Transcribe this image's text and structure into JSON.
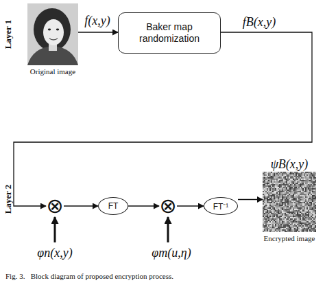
{
  "diagram": {
    "caption": "Fig. 3.   Block diagram of proposed encryption process.",
    "nodes": [
      {
        "text": [
          "Original image"
        ]
      },
      {
        "text": [
          "Baker map randomization"
        ]
      },
      {
        "text": [
          "⊗"
        ]
      },
      {
        "text": [
          "FT"
        ]
      },
      {
        "text": [
          "⊗"
        ]
      },
      {
        "text": [
          "FT⁻¹"
        ]
      },
      {
        "text": [
          "ψB(x,y)",
          "Encrypted image"
        ]
      }
    ],
    "edges": [
      {
        "from": 0,
        "to": 1,
        "arrow": "to",
        "label": "f(x,y)"
      },
      {
        "from": 1,
        "to": 2,
        "arrow": "to",
        "label": "fB(x,y)"
      },
      {
        "from": 2,
        "to": 3,
        "arrow": "to"
      },
      {
        "from": 3,
        "to": 4,
        "arrow": "to"
      },
      {
        "from": 4,
        "to": 5,
        "arrow": "to"
      },
      {
        "from": 5,
        "to": 6,
        "arrow": "to"
      }
    ],
    "labels": [
      "Layer 1",
      "Layer 2",
      "φn(x,y)",
      "φm(u,η)"
    ]
  }
}
